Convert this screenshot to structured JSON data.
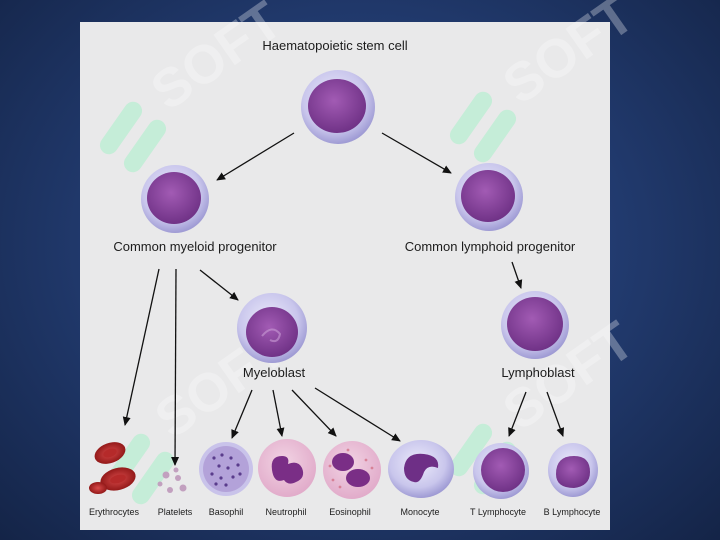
{
  "diagram": {
    "stem_cell": "Haematopoietic stem cell",
    "myeloid_progenitor": "Common myeloid progenitor",
    "lymphoid_progenitor": "Common lymphoid progenitor",
    "myeloblast": "Myeloblast",
    "lymphoblast": "Lymphoblast",
    "cells": {
      "erythrocytes": "Erythrocytes",
      "platelets": "Platelets",
      "basophil": "Basophil",
      "neutrophil": "Neutrophil",
      "eosinophil": "Eosinophil",
      "monocyte": "Monocyte",
      "t_lymphocyte": "T Lymphocyte",
      "b_lymphocyte": "B Lymphocyte"
    }
  },
  "watermark": "SOFT",
  "colors": {
    "background": "#1f3566",
    "panel": "#e9e9ea",
    "cell_membrane": "#c7c3e8",
    "nucleus": "#7a3a8e",
    "watermark": "#a8f0c8"
  }
}
